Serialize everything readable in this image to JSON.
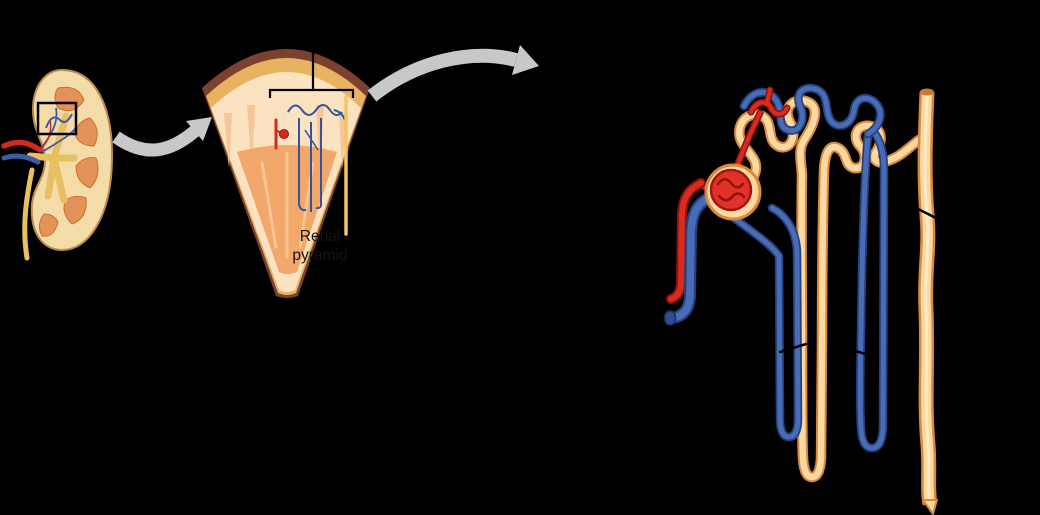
{
  "figure": {
    "background": "#000000",
    "label_renal_pyramid": {
      "line1": "Renal",
      "line2": "pyramid"
    }
  },
  "palette": {
    "background": "#000000",
    "kidney_tan": "#F4DCA8",
    "kidney_outline": "#BC8A4E",
    "pyramid_orange_small": "#E59258",
    "pelvis_yellow": "#E6C063",
    "ureter_yellow": "#E8C25A",
    "artery_red": "#CE2A1E",
    "vein_blue": "#3D5CA8",
    "arrow_gray": "#C8C8C8",
    "wedge_capsule_band": "#7B4030",
    "wedge_gold_band": "#E8B360",
    "wedge_cortex_cream": "#FBE2C0",
    "wedge_pyramid_orange": "#F2A86B",
    "tubule_fill": "#FBD9A0",
    "tubule_outline": "#D9883C",
    "nephron_blue": "#4A6BB5",
    "nephron_blue_dark": "#24427F",
    "nephron_red": "#DB2B1E",
    "nephron_red_dark": "#8E1410",
    "leader_line": "#000000"
  },
  "components": [
    "kidney-thumbnail",
    "selection-rectangle",
    "magnify-arrow-1",
    "renal-pyramid-wedge",
    "nephron-bracket",
    "magnify-arrow-2",
    "nephron-diagram",
    "glomerulus",
    "bowmans-capsule",
    "renal-artery",
    "renal-vein",
    "loop-of-henle",
    "peritubular-capillaries",
    "collecting-duct"
  ]
}
